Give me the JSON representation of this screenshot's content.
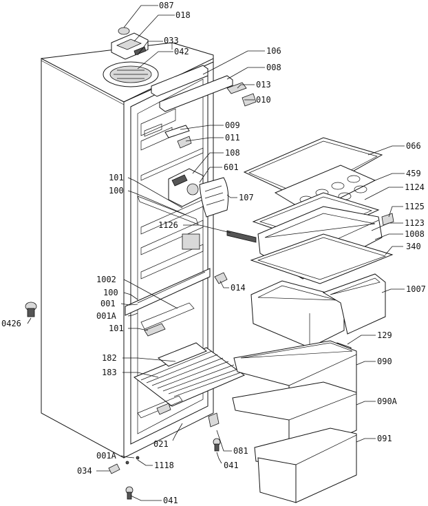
{
  "labels": {
    "l087": "087",
    "l018": "018",
    "l033": "033",
    "l042": "042",
    "l106": "106",
    "l008": "008",
    "l013": "013",
    "l010": "010",
    "l009": "009",
    "l011": "011",
    "l108": "108",
    "l601": "601",
    "l101a": "101",
    "l100a": "100",
    "l107": "107",
    "l066": "066",
    "l459": "459",
    "l1124": "1124",
    "l1125": "1125",
    "l1126": "1126",
    "l1123": "1123",
    "l1008": "1008",
    "l340": "340",
    "l1002": "1002",
    "l014": "014",
    "l100b": "100",
    "l001": "001",
    "l001a_top": "001A",
    "l1007": "1007",
    "l0426": "0426",
    "l101b": "101",
    "l129": "129",
    "l182": "182",
    "l090": "090",
    "l183": "183",
    "l090a": "090A",
    "l021": "021",
    "l091": "091",
    "l081": "081",
    "l001a_bot": "001A",
    "l041a": "041",
    "l1118": "1118",
    "l034": "034",
    "l041b": "041"
  }
}
